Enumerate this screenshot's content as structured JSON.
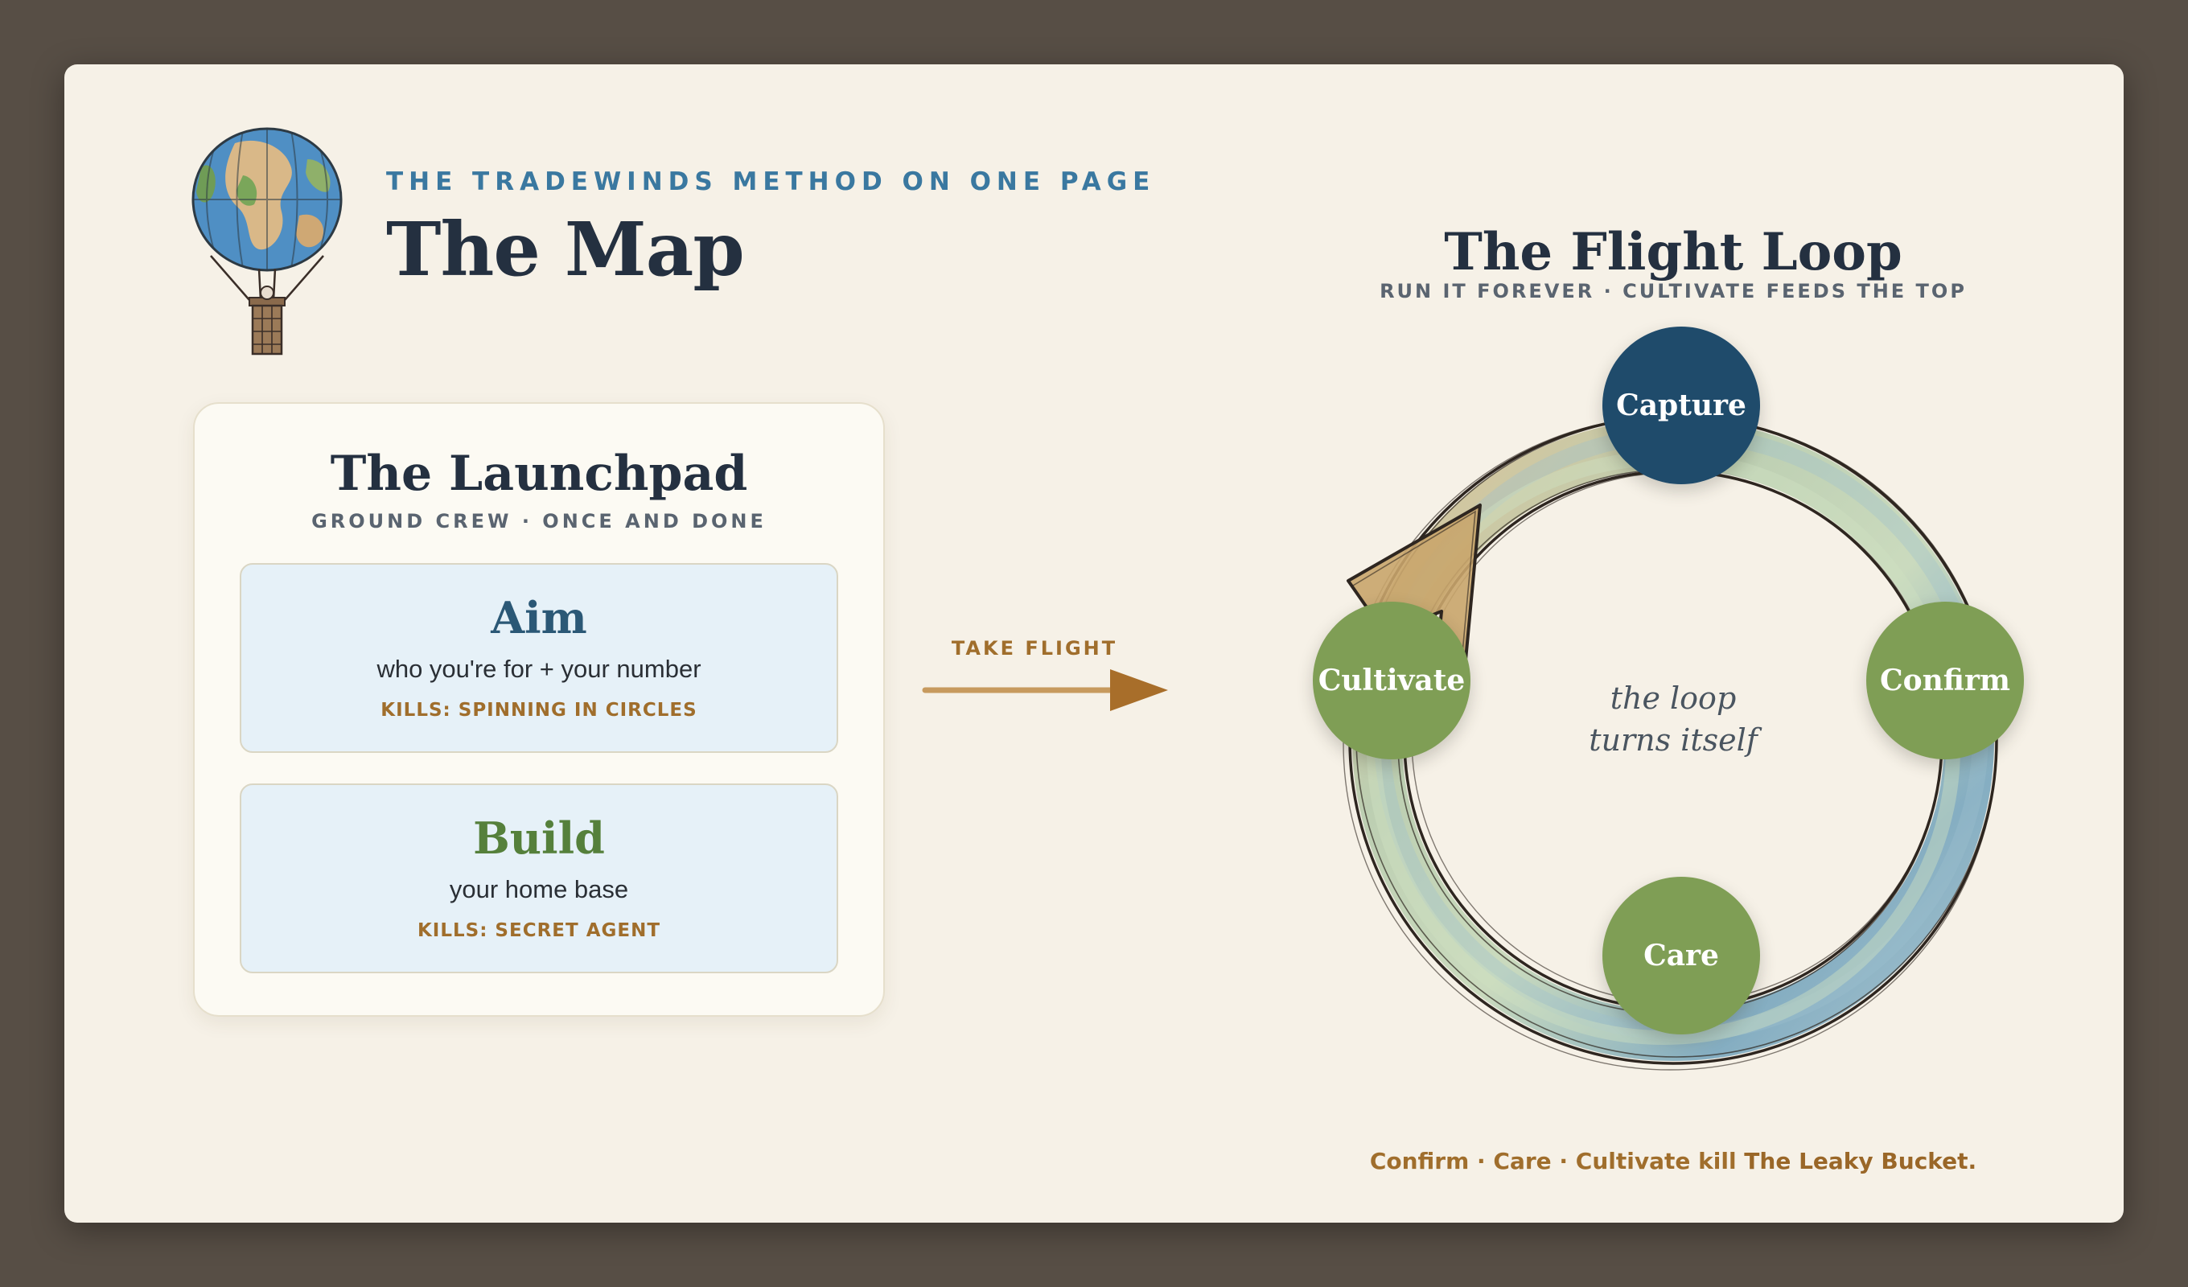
{
  "header": {
    "eyebrow": "THE TRADEWINDS METHOD ON ONE PAGE",
    "title": "The Map",
    "balloon_icon": "hot-air-balloon-globe"
  },
  "launchpad": {
    "title": "The Launchpad",
    "subtitle": "GROUND CREW · ONCE AND DONE",
    "steps": [
      {
        "name": "Aim",
        "desc": "who you're for + your number",
        "kills": "KILLS: SPINNING IN CIRCLES",
        "color": "#2b5876"
      },
      {
        "name": "Build",
        "desc": "your home base",
        "kills": "KILLS: SECRET AGENT",
        "color": "#55803b"
      }
    ]
  },
  "connector": {
    "label": "TAKE FLIGHT",
    "color": "#b07d3c"
  },
  "flight_loop": {
    "title": "The Flight Loop",
    "subtitle": "RUN IT FOREVER · CULTIVATE FEEDS THE TOP",
    "center_line1": "the loop",
    "center_line2": "turns itself",
    "nodes": [
      {
        "label": "Capture",
        "color": "#1f4b6b"
      },
      {
        "label": "Confirm",
        "color": "#7f9e55"
      },
      {
        "label": "Care",
        "color": "#7f9e55"
      },
      {
        "label": "Cultivate",
        "color": "#7f9e55"
      }
    ]
  },
  "footer": {
    "lead": "Confirm · Care · Cultivate kill ",
    "emphasis": "The Leaky Bucket."
  }
}
